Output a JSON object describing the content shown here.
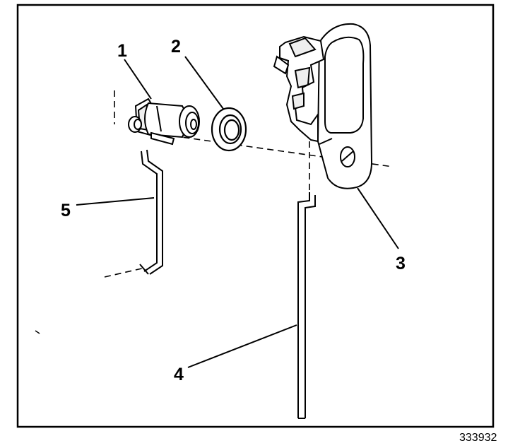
{
  "callouts": {
    "c1": "1",
    "c2": "2",
    "c3": "3",
    "c4": "4",
    "c5": "5"
  },
  "figure_number": "333932",
  "parts": [
    "lock-cylinder",
    "gasket",
    "outside-door-handle",
    "lock-rod",
    "lock-cylinder-rod"
  ]
}
